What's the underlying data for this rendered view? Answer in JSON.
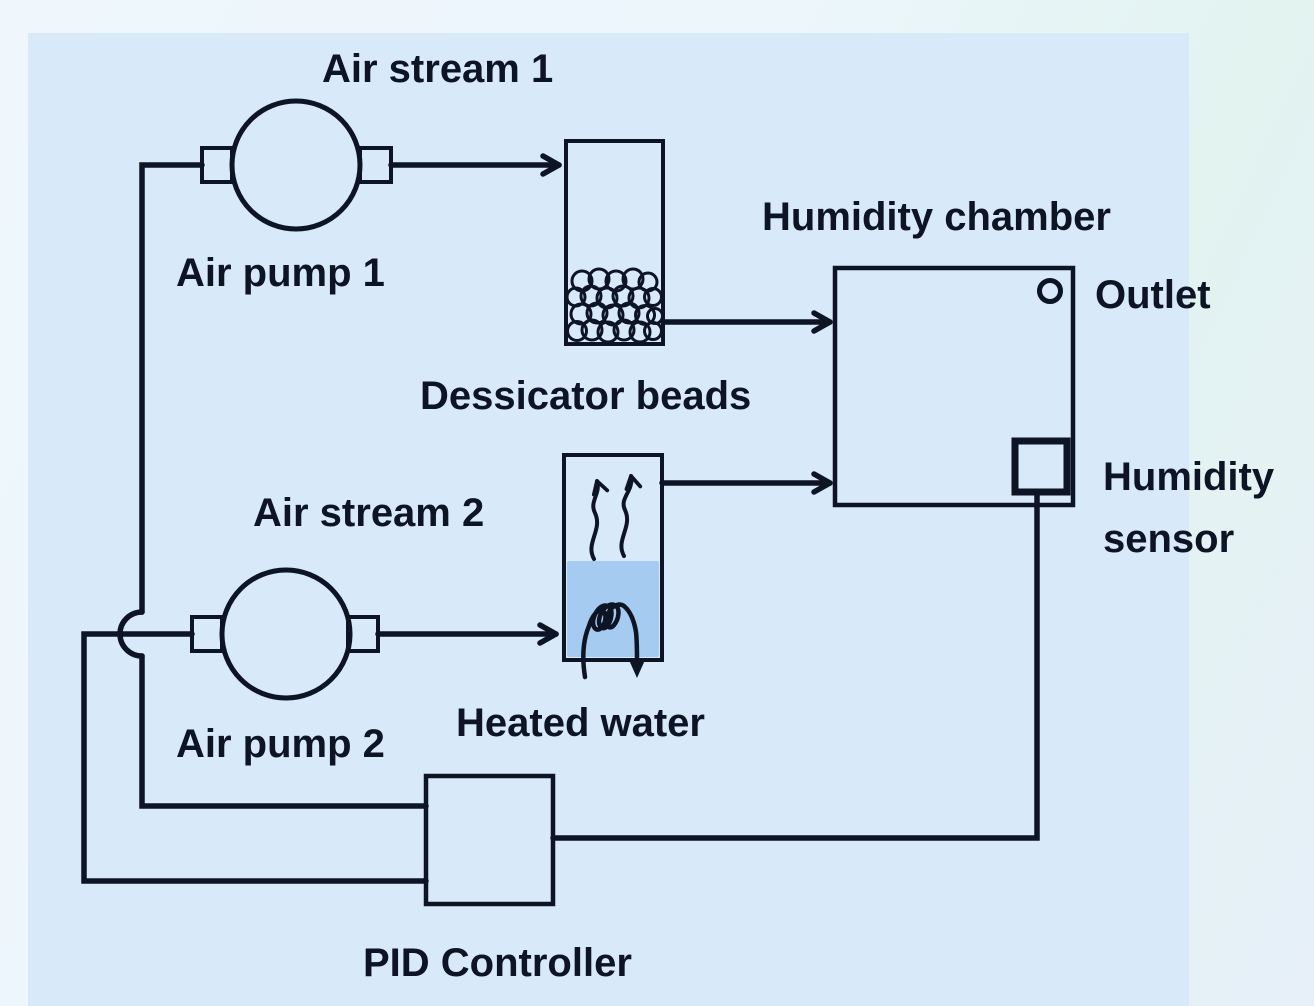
{
  "colors": {
    "outer_bg_top_left": "#eff7fd",
    "outer_bg_right": "#e2f3f0",
    "outer_bg_bottom": "#e7f0f9",
    "panel_bg": "#d8e9f9",
    "line": "#0d1424",
    "text": "#0d1424",
    "water_fill": "#a6cbf0"
  },
  "labels": {
    "air_stream_1": "Air stream 1",
    "air_pump_1": "Air pump 1",
    "dessicator_beads": "Dessicator beads",
    "humidity_chamber": "Humidity chamber",
    "outlet": "Outlet",
    "humidity_sensor": "Humidity\nsensor",
    "air_stream_2": "Air stream 2",
    "air_pump_2": "Air pump 2",
    "heated_water": "Heated water",
    "pid_controller": "PID Controller"
  }
}
